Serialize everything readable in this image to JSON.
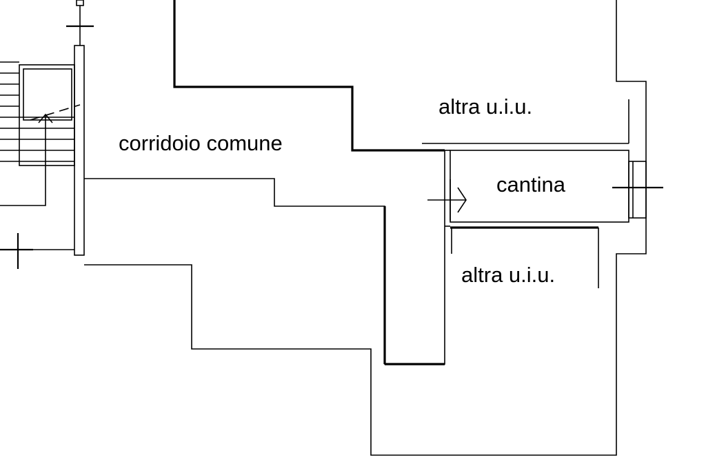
{
  "plan": {
    "rooms": [
      {
        "id": "corridor",
        "label": "corridoio comune"
      },
      {
        "id": "cellar",
        "label": "cantina"
      },
      {
        "id": "other_unit_top",
        "label": "altra u.i.u."
      },
      {
        "id": "other_unit_bottom",
        "label": "altra u.i.u."
      }
    ],
    "colors": {
      "line": "#000000",
      "background": "#ffffff"
    }
  }
}
